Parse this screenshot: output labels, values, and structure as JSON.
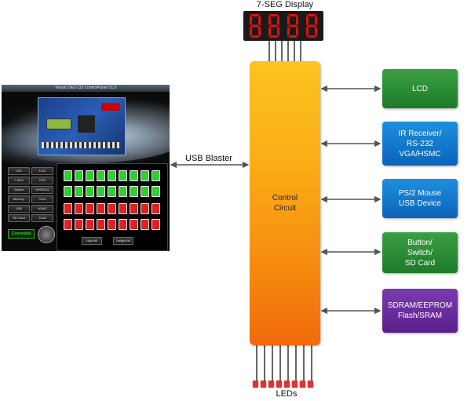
{
  "seven_seg": {
    "title": "7-SEG Display",
    "digit_count": 4,
    "color": "#e01010"
  },
  "control": {
    "label_line1": "Control",
    "label_line2": "Circuit"
  },
  "usb": {
    "label": "USB Blaster"
  },
  "leds": {
    "label": "LEDs",
    "count": 8,
    "color": "#e83030"
  },
  "blocks": [
    {
      "id": "lcd",
      "label": "LCD",
      "color": "green"
    },
    {
      "id": "ir",
      "label": "IR Receiver/\nRS-232\nVGA/HSMC",
      "color": "blue"
    },
    {
      "id": "ps2",
      "label": "PS/2 Mouse\nUSB Device",
      "color": "blue"
    },
    {
      "id": "button",
      "label": "Button/\nSwitch/\nSD Card",
      "color": "green"
    },
    {
      "id": "sdram",
      "label": "SDRAM/EEPROM\nFlash/SRAM",
      "color": "purple"
    }
  ],
  "panel": {
    "title": "Terasic DE2-115 ControlPanel V1.0",
    "left_buttons": [
      "LED",
      "7-SEG",
      "Switch",
      "Memory",
      "USB",
      "SD Card"
    ],
    "right_buttons": [
      "LCD",
      "PS2",
      "IR/RS232",
      "VGA",
      "HSMC",
      "Tools"
    ],
    "connect_label": "Connected",
    "light_all": "Light All",
    "unlight_all": "Unlight All"
  }
}
